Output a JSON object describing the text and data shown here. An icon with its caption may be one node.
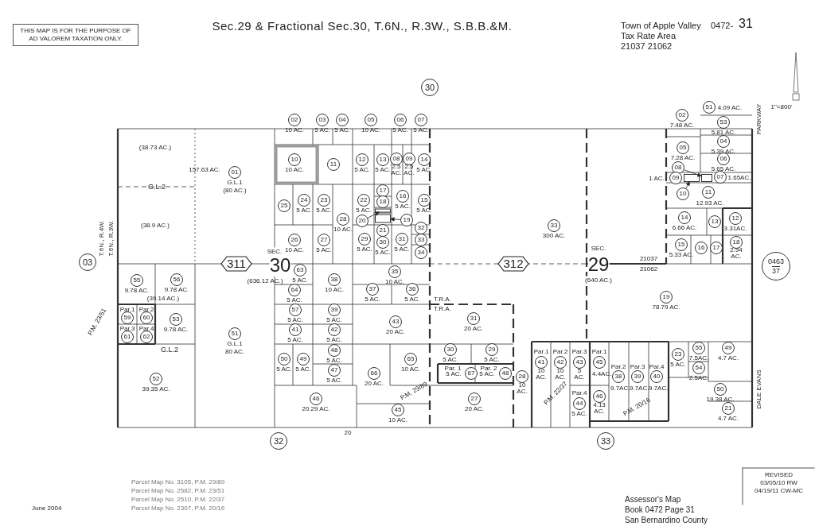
{
  "diagram": {
    "title": "Sec.29 & Fractional Sec.30, T.6N., R.3W., S.B.B.&M.",
    "nodes": [
      {
        "text": [
          "THIS MAP IS FOR THE PURPOSE OF AD VALOREM TAXATION ONLY."
        ]
      },
      {
        "text": [
          "30"
        ]
      },
      {
        "text": [
          "02"
        ],
        "beside": [
          "10 AC."
        ]
      },
      {
        "text": [
          "03"
        ],
        "beside": [
          "5 AC."
        ]
      },
      {
        "text": [
          "04"
        ],
        "beside": [
          "5 AC."
        ]
      },
      {
        "text": [
          "05"
        ],
        "beside": [
          "10 AC."
        ]
      },
      {
        "text": [
          "06"
        ],
        "beside": [
          "5 AC."
        ]
      },
      {
        "text": [
          "07"
        ],
        "beside": [
          "5 AC."
        ]
      },
      {
        "text": [
          "51"
        ],
        "beside": [
          "4.09 AC."
        ]
      },
      {
        "text": [
          "02"
        ],
        "beside": [
          "7.48 AC."
        ]
      },
      {
        "text": [
          "53"
        ],
        "beside": [
          "5.81 AC."
        ]
      },
      {
        "text": [
          "04"
        ],
        "beside": [
          "5.39 AC."
        ]
      },
      {
        "text": [
          "05"
        ],
        "beside": [
          "7.28 AC."
        ]
      },
      {
        "text": [
          "01"
        ],
        "beside": [
          "G.L.1",
          "(80 AC.)"
        ]
      },
      {
        "text": [
          "10"
        ],
        "beside": [
          "10 AC."
        ]
      },
      {
        "text": [
          "11"
        ]
      },
      {
        "text": [
          "12"
        ],
        "beside": [
          "5 AC."
        ]
      },
      {
        "text": [
          "13"
        ],
        "beside": [
          "5 AC."
        ]
      },
      {
        "text": [
          "08"
        ],
        "beside": [
          "2.5 AC."
        ]
      },
      {
        "text": [
          "09"
        ],
        "beside": [
          "2.5 AC."
        ]
      },
      {
        "text": [
          "14"
        ],
        "beside": [
          "5 AC."
        ]
      },
      {
        "text": [
          "06"
        ],
        "beside": [
          "5.65 AC."
        ]
      },
      {
        "text": [
          "08"
        ]
      },
      {
        "text": [
          "09"
        ],
        "beside": [
          "1 AC."
        ]
      },
      {
        "text": [
          "07"
        ],
        "beside": [
          "1.65AC."
        ]
      },
      {
        "text": [
          "10"
        ]
      },
      {
        "text": [
          "11"
        ],
        "beside": [
          "12.93 AC."
        ]
      },
      {
        "text": [
          "17"
        ]
      },
      {
        "text": [
          "24"
        ],
        "beside": [
          "5 AC."
        ]
      },
      {
        "text": [
          "23"
        ],
        "beside": [
          "5 AC."
        ]
      },
      {
        "text": [
          "22"
        ],
        "beside": [
          "5 AC."
        ]
      },
      {
        "text": [
          "16"
        ],
        "beside": [
          "5 AC."
        ]
      },
      {
        "text": [
          "15"
        ],
        "beside": [
          "5 AC."
        ]
      },
      {
        "text": [
          "18"
        ]
      },
      {
        "text": [
          "25"
        ]
      },
      {
        "text": [
          "20"
        ]
      },
      {
        "text": [
          "19"
        ]
      },
      {
        "text": [
          "28"
        ],
        "beside": [
          "10 AC."
        ]
      },
      {
        "text": [
          "14"
        ],
        "beside": [
          "6.66 AC."
        ]
      },
      {
        "text": [
          "12"
        ],
        "beside": [
          "3.31AC."
        ]
      },
      {
        "text": [
          "13"
        ]
      },
      {
        "text": [
          "33"
        ],
        "beside": [
          "300 AC."
        ]
      },
      {
        "text": [
          "32"
        ]
      },
      {
        "text": [
          "21"
        ]
      },
      {
        "text": [
          "26"
        ],
        "beside": [
          "10 AC."
        ]
      },
      {
        "text": [
          "27"
        ],
        "beside": [
          "5 AC."
        ]
      },
      {
        "text": [
          "29"
        ],
        "beside": [
          "5 AC."
        ]
      },
      {
        "text": [
          "30"
        ],
        "beside": [
          "5 AC."
        ]
      },
      {
        "text": [
          "31"
        ],
        "beside": [
          "5 AC."
        ]
      },
      {
        "text": [
          "33"
        ]
      },
      {
        "text": [
          "18"
        ],
        "beside": [
          "2.94 AC."
        ]
      },
      {
        "text": [
          "15"
        ],
        "beside": [
          "5.33 AC."
        ]
      },
      {
        "text": [
          "16"
        ]
      },
      {
        "text": [
          "17"
        ]
      },
      {
        "text": [
          "34"
        ]
      },
      {
        "text": [
          "03"
        ]
      },
      {
        "text": [
          "311"
        ]
      },
      {
        "text": [
          "312"
        ]
      },
      {
        "text": [
          "0463",
          "37"
        ]
      },
      {
        "text": [
          "63"
        ],
        "beside": [
          "5 AC."
        ]
      },
      {
        "text": [
          "35"
        ],
        "beside": [
          "10 AC."
        ]
      },
      {
        "text": [
          "38"
        ],
        "beside": [
          "10 AC."
        ]
      },
      {
        "text": [
          "55"
        ],
        "beside": [
          "9.78 AC."
        ]
      },
      {
        "text": [
          "56"
        ],
        "beside": [
          "9.78 AC."
        ]
      },
      {
        "text": [
          "37"
        ],
        "beside": [
          "5 AC."
        ]
      },
      {
        "text": [
          "36"
        ],
        "beside": [
          "5 AC."
        ]
      },
      {
        "text": [
          "64"
        ],
        "beside": [
          "5 AC."
        ]
      },
      {
        "text": [
          "19"
        ],
        "beside": [
          "78.79 AC."
        ]
      },
      {
        "text": [
          "57"
        ],
        "beside": [
          "5 AC."
        ]
      },
      {
        "text": [
          "39"
        ],
        "beside": [
          "5 AC."
        ]
      },
      {
        "text": [
          "59"
        ]
      },
      {
        "text": [
          "60"
        ]
      },
      {
        "text": [
          "31"
        ],
        "beside": [
          "20 AC."
        ]
      },
      {
        "text": [
          "53"
        ],
        "beside": [
          "9.78 AC."
        ]
      },
      {
        "text": [
          "43"
        ],
        "beside": [
          "20 AC."
        ]
      },
      {
        "text": [
          "41"
        ],
        "beside": [
          "5 AC."
        ]
      },
      {
        "text": [
          "42"
        ],
        "beside": [
          "5 AC."
        ]
      },
      {
        "text": [
          "51"
        ],
        "beside": [
          "G.L.1",
          "80 AC."
        ]
      },
      {
        "text": [
          "61"
        ]
      },
      {
        "text": [
          "62"
        ]
      },
      {
        "text": [
          "55"
        ],
        "beside": [
          "7.5AC."
        ]
      },
      {
        "text": [
          "49"
        ],
        "beside": [
          "4.7 AC."
        ]
      },
      {
        "text": [
          "48"
        ],
        "beside": [
          "5 AC."
        ]
      },
      {
        "text": [
          "30"
        ],
        "beside": [
          "5 AC."
        ]
      },
      {
        "text": [
          "29"
        ],
        "beside": [
          "5 AC."
        ]
      },
      {
        "text": [
          "23"
        ],
        "beside": [
          "5 AC."
        ]
      },
      {
        "text": [
          "50"
        ],
        "beside": [
          "5 AC."
        ]
      },
      {
        "text": [
          "49"
        ],
        "beside": [
          "5 AC."
        ]
      },
      {
        "text": [
          "65"
        ],
        "beside": [
          "10 AC."
        ]
      },
      {
        "text": [
          "41"
        ],
        "beside": [
          "10 AC."
        ]
      },
      {
        "text": [
          "42"
        ],
        "beside": [
          "10 AC."
        ]
      },
      {
        "text": [
          "43"
        ],
        "beside": [
          "5 AC."
        ]
      },
      {
        "text": [
          "45"
        ],
        "beside": [
          "4.4AC."
        ]
      },
      {
        "text": [
          "54"
        ],
        "beside": [
          "2.5AC."
        ]
      },
      {
        "text": [
          "47"
        ],
        "beside": [
          "5 AC."
        ]
      },
      {
        "text": [
          "67"
        ],
        "beside": [
          "5 AC."
        ]
      },
      {
        "text": [
          "48"
        ],
        "beside": [
          "5 AC."
        ]
      },
      {
        "text": [
          "66"
        ],
        "beside": [
          "20 AC."
        ]
      },
      {
        "text": [
          "38"
        ],
        "beside": [
          "9.7AC."
        ]
      },
      {
        "text": [
          "39"
        ],
        "beside": [
          "9.7AC."
        ]
      },
      {
        "text": [
          "40"
        ],
        "beside": [
          "9.7AC."
        ]
      },
      {
        "text": [
          "28"
        ],
        "beside": [
          "10 AC."
        ]
      },
      {
        "text": [
          "52"
        ],
        "beside": [
          "39.35 AC."
        ]
      },
      {
        "text": [
          "50"
        ],
        "beside": [
          "19.38 AC."
        ]
      },
      {
        "text": [
          "46"
        ],
        "beside": [
          "4.13 AC."
        ]
      },
      {
        "text": [
          "46"
        ],
        "beside": [
          "20.29 AC."
        ]
      },
      {
        "text": [
          "27"
        ],
        "beside": [
          "20 AC."
        ]
      },
      {
        "text": [
          "44"
        ],
        "beside": [
          "5 AC."
        ]
      },
      {
        "text": [
          "21"
        ],
        "beside": [
          "4.7 AC."
        ]
      },
      {
        "text": [
          "45"
        ],
        "beside": [
          "10 AC."
        ]
      },
      {
        "text": [
          "32"
        ]
      },
      {
        "text": [
          "33"
        ]
      },
      {
        "text": [
          "REVISED",
          "03/05/10 RW",
          "04/19/11 CW-MC"
        ]
      },
      {
        "text": [],
        "shape": "box"
      },
      {
        "text": [],
        "shape": "box"
      },
      {
        "text": [],
        "shape": "box"
      },
      {
        "text": [],
        "shape": "box"
      }
    ],
    "edges": [
      {
        "from": 35,
        "to": 113,
        "arrow": "to"
      },
      {
        "from": 36,
        "to": 114,
        "arrow": "to"
      },
      {
        "from": 22,
        "to": 115,
        "arrow": "to"
      },
      {
        "from": 25,
        "to": 116,
        "arrow": "to"
      }
    ],
    "labels": [
      "Town of Apple Valley",
      "0472-",
      "31",
      "Tax Rate Area",
      "21037 21062",
      "PARKWAY",
      "1\"=800'",
      "(38.73 AC.)",
      "157.63 AC.",
      "G.L.2",
      "T.6N., R.4W.",
      "T.6N., R.3W.",
      "(38.9 AC.)",
      "SEC.",
      "30",
      "(636.12 AC.)",
      "SEC.",
      "29",
      "(640 AC.)",
      "21037",
      "21062",
      "(39.14 AC.)",
      "T.R.A.",
      "P.M. 23/51",
      "Par.1",
      "Par.2",
      "T.R.A.",
      "Par.3",
      "Par.4",
      "G.L.2",
      "Par.1",
      "Par.2",
      "Par.3",
      "Par.1",
      "Par. 1",
      "Par. 2",
      "Par.2",
      "Par.3",
      "Par.4",
      "P.M. 29/89",
      "P.M. 22/37",
      "Par.4",
      "P.M. 20/16",
      "DALE EVANS",
      "20",
      "Parcel Map No. 3105, P.M. 29/89",
      "Parcel Map No. 2582, P.M. 23/51",
      "Parcel Map No. 2510, P.M. 22/37",
      "Assessor's Map",
      "June 2004",
      "Parcel Map No. 2307, P.M. 20/16",
      "Book 0472 Page 31",
      "San Bernardino County"
    ]
  }
}
